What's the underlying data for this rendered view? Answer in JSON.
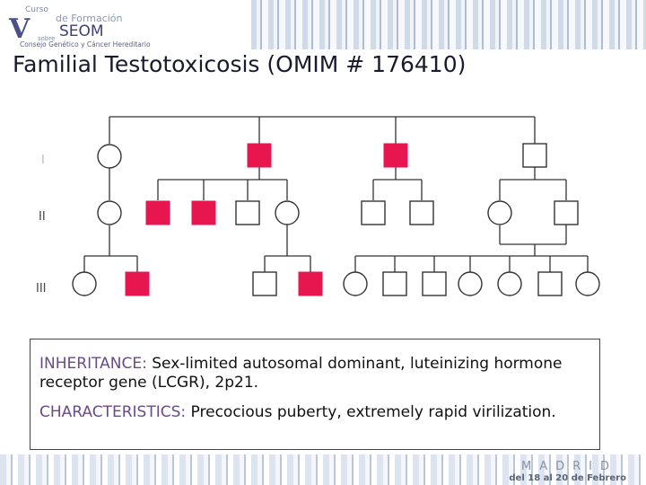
{
  "logo": {
    "line1": "Curso",
    "line2": "de Formación",
    "numeral": "V",
    "brand": "SEOM",
    "line3": "sobre",
    "line4": "Consejo Genético y Cáncer Hereditario"
  },
  "title": "Familial Testotoxicosis (OMIM # 176410)",
  "pedigree": {
    "generation_labels": [
      "I",
      "II",
      "III"
    ],
    "affected_color": "#e8164f"
  },
  "info": {
    "inheritance_label": "INHERITANCE:",
    "inheritance_text": "Sex-limited autosomal dominant, luteinizing hormone receptor gene (LCGR), 2p21.",
    "characteristics_label": "CHARACTERISTICS:",
    "characteristics_text": "Precocious puberty, extremely rapid virilization."
  },
  "footer": {
    "city": "MADRID",
    "dates": "del 18 al 20 de Febrero"
  }
}
